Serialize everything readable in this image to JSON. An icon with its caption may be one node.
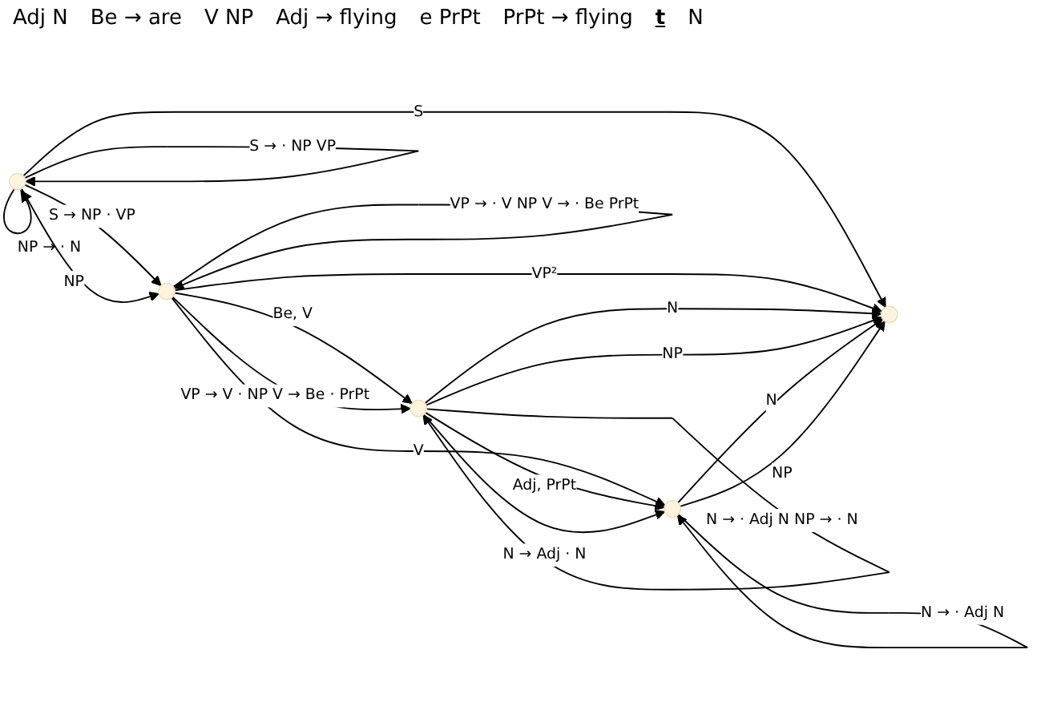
{
  "diagram": {
    "nodes": [
      {
        "text": [],
        "shape": "circle"
      },
      {
        "text": [],
        "shape": "circle"
      },
      {
        "text": [],
        "shape": "circle"
      },
      {
        "text": [],
        "shape": "circle"
      },
      {
        "text": [],
        "shape": "circle"
      }
    ],
    "edges": [
      {
        "from": 0,
        "to": 0,
        "arrow": "to",
        "label": "S → · NP VP"
      },
      {
        "from": 0,
        "to": 0,
        "arrow": "to",
        "label": "NP → · N"
      },
      {
        "from": 0,
        "to": 1,
        "arrow": "to",
        "label": "S → NP · VP"
      },
      {
        "from": 0,
        "to": 1,
        "arrow": "to",
        "label": "NP"
      },
      {
        "from": 0,
        "to": 4,
        "arrow": "to",
        "label": "S"
      },
      {
        "from": 1,
        "to": 1,
        "arrow": "to",
        "label": "VP → · V NP V → · Be PrPt"
      },
      {
        "from": 1,
        "to": 2,
        "arrow": "to",
        "label": "Be, V"
      },
      {
        "from": 1,
        "to": 2,
        "arrow": "to",
        "label": "VP → V · NP V → Be · PrPt"
      },
      {
        "from": 1,
        "to": 3,
        "arrow": "to",
        "label": "V"
      },
      {
        "from": 1,
        "to": 4,
        "arrow": "to",
        "label": "VP²"
      },
      {
        "from": 2,
        "to": 2,
        "arrow": "to",
        "label": "N → · Adj N NP → · N"
      },
      {
        "from": 2,
        "to": 3,
        "arrow": "to",
        "label": "Adj, PrPt"
      },
      {
        "from": 2,
        "to": 3,
        "arrow": "to",
        "label": "N → Adj · N"
      },
      {
        "from": 2,
        "to": 4,
        "arrow": "to",
        "label": "N"
      },
      {
        "from": 2,
        "to": 4,
        "arrow": "to",
        "label": "NP"
      },
      {
        "from": 3,
        "to": 3,
        "arrow": "to",
        "label": "N → · Adj N"
      },
      {
        "from": 3,
        "to": 4,
        "arrow": "to",
        "label": "N"
      },
      {
        "from": 3,
        "to": 4,
        "arrow": "to",
        "label": "NP"
      }
    ],
    "labels": [
      "Adj N",
      "Be → are",
      "V NP",
      "Adj → flying",
      "e PrPt",
      "PrPt → flying",
      "t",
      "N"
    ]
  }
}
